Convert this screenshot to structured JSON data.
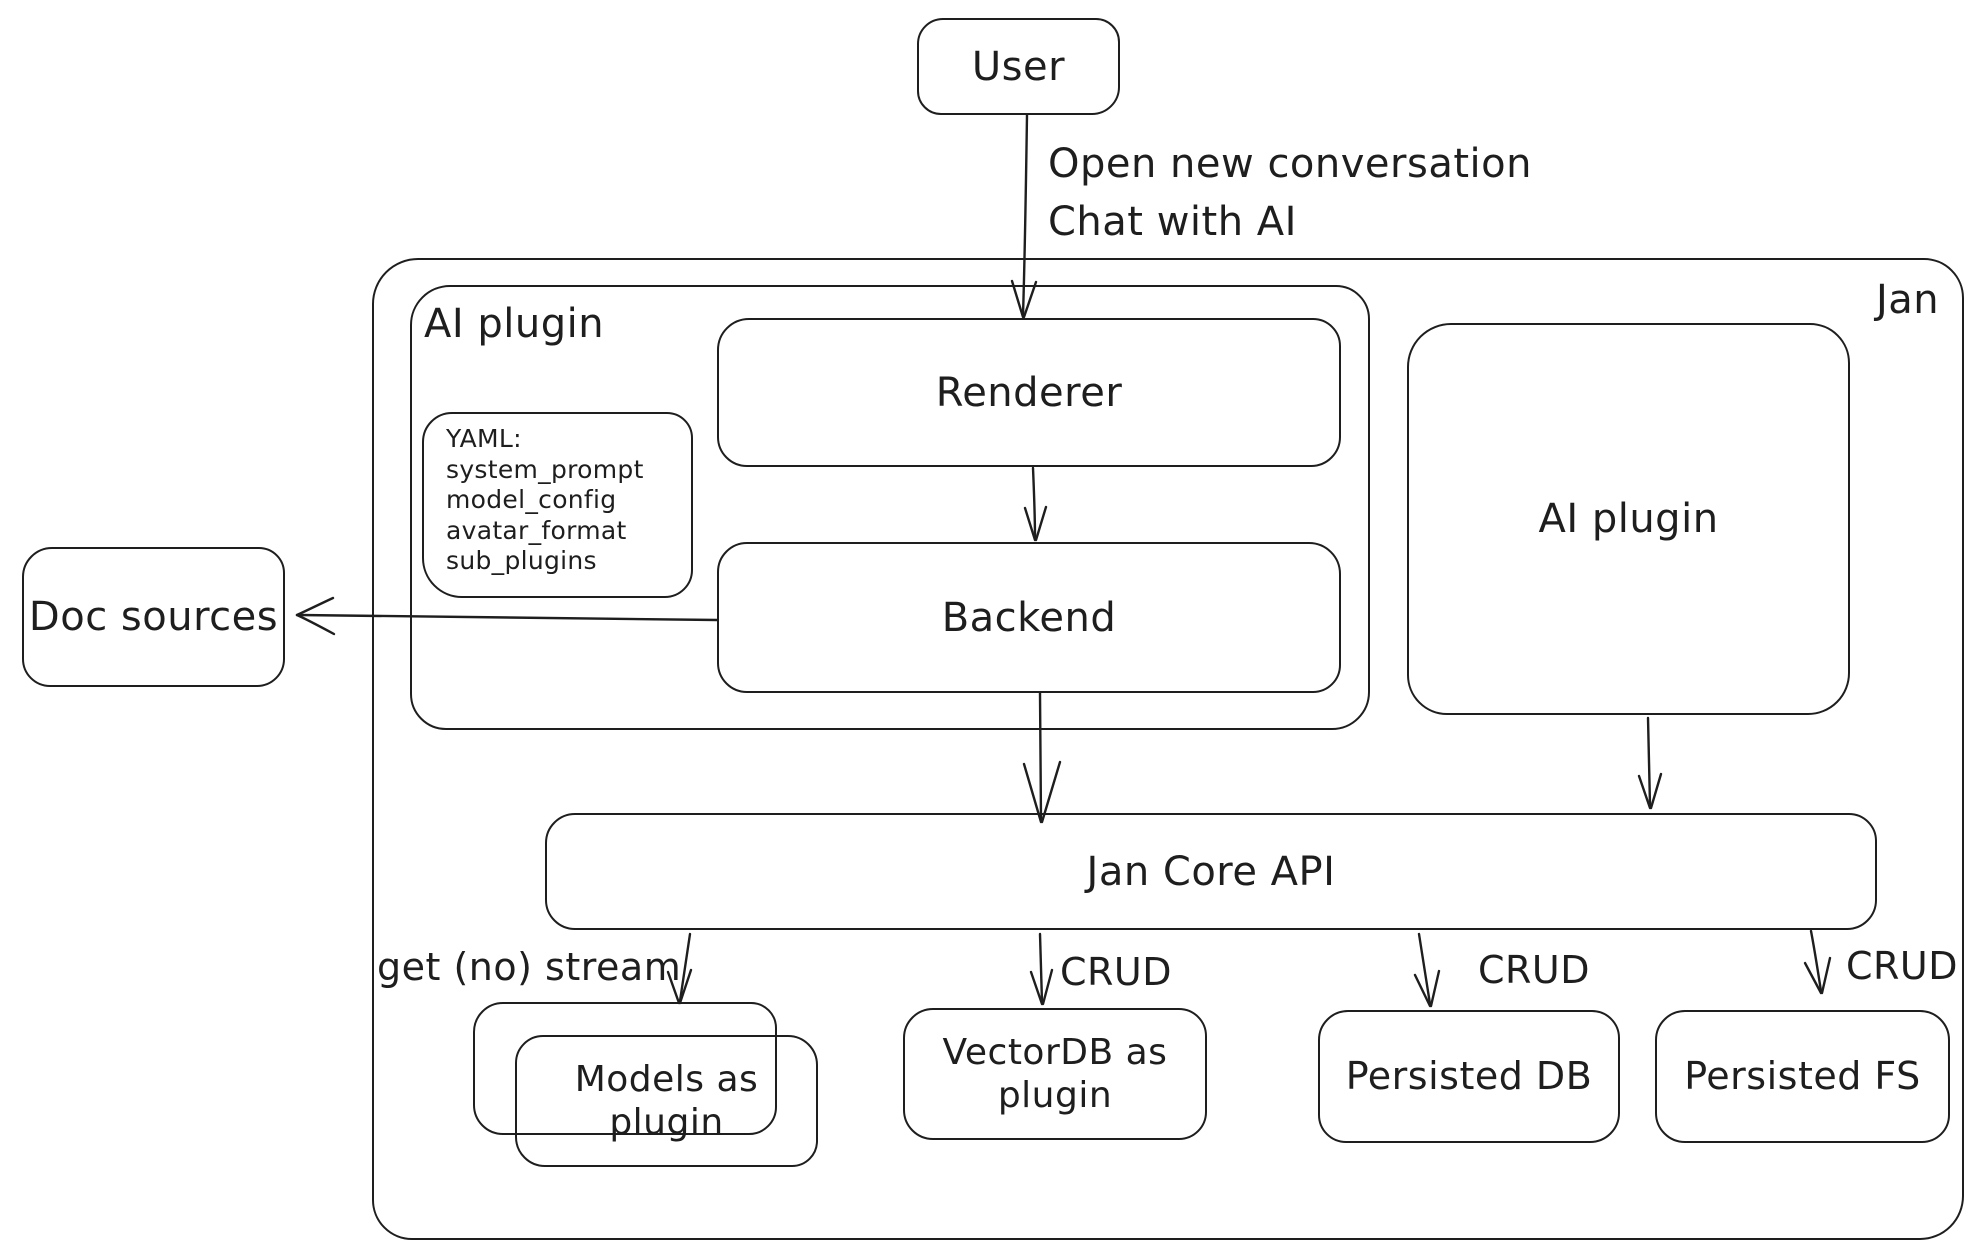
{
  "colors": {
    "ink": "#1e1e1e",
    "background": "#ffffff"
  },
  "nodes": {
    "user": "User",
    "jan_container": "Jan",
    "ai_plugin_group": "AI plugin",
    "renderer": "Renderer",
    "backend": "Backend",
    "yaml_note": {
      "title": "YAML:",
      "lines": [
        "system_prompt",
        "model_config",
        "avatar_format",
        "sub_plugins"
      ]
    },
    "ai_plugin_right": "AI plugin",
    "doc_sources": "Doc sources",
    "jan_core_api": "Jan Core API",
    "models_as_plugin": "Models as\nplugin",
    "vectordb_as_plugin": "VectorDB as\nplugin",
    "persisted_db": "Persisted DB",
    "persisted_fs": "Persisted FS"
  },
  "edge_labels": {
    "user_to_renderer_line1": "Open new conversation",
    "user_to_renderer_line2": "Chat with AI",
    "core_to_models": "get (no) stream",
    "core_to_vectordb": "CRUD",
    "core_to_persisted_db": "CRUD",
    "core_to_persisted_fs": "CRUD"
  }
}
